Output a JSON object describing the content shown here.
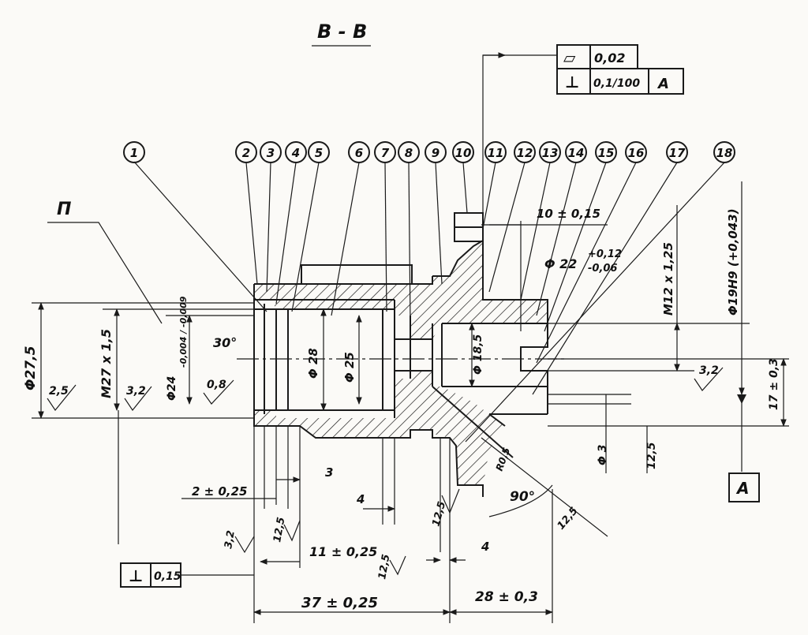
{
  "section_title": "В - В",
  "datum_letter": "А",
  "balloons": [
    "1",
    "2",
    "3",
    "4",
    "5",
    "6",
    "7",
    "8",
    "9",
    "10",
    "11",
    "12",
    "13",
    "14",
    "15",
    "16",
    "17",
    "18"
  ],
  "top_frame": {
    "row1_symbol": "▱",
    "row1_value": "0,02",
    "row2_symbol": "⊥",
    "row2_value": "0,1/100",
    "row2_datum": "А"
  },
  "bottom_frame": {
    "symbol": "⊥",
    "value": "0,15"
  },
  "dimensions": {
    "d_top": "10 ± 0,15",
    "d_phi22": "Φ 22",
    "d_phi22_tol_up": "+0,12",
    "d_phi22_tol_dn": "-0,06",
    "d_m12": "M12 x 1,25",
    "d_phi19": "Φ19H9 (+0,043)",
    "d_letter_p": "П",
    "d_phi27": "Φ27,5",
    "d_m27": "M27 x 1,5",
    "d_phi24": "Φ24",
    "d_phi24_tol": "-0,004 / -0,009",
    "d_30deg": "30°",
    "d_phi28": "Φ 28",
    "d_phi25": "Φ 25",
    "d_phi18": "Φ 18,5",
    "d_r25": "2,5",
    "d_r32a": "3,2",
    "d_r08": "0,8",
    "d_r32b": "3,2",
    "d_17": "17 ± 0,3",
    "d_phi3": "Φ 3",
    "d_125r": "12,5",
    "d_3a": "3",
    "d_2": "2 ± 0,25",
    "d_4a": "4",
    "d_125m": "12,5",
    "d_90deg": "90°",
    "d_r05": "R0,5",
    "d_r12": "12,5",
    "d_r32c": "3,2",
    "d_125l": "12,5",
    "d_11": "11 ± 0,25",
    "d_r125b": "12,5",
    "d_4b": "4",
    "d_37": "37 ± 0,25",
    "d_28": "28 ± 0,3"
  }
}
